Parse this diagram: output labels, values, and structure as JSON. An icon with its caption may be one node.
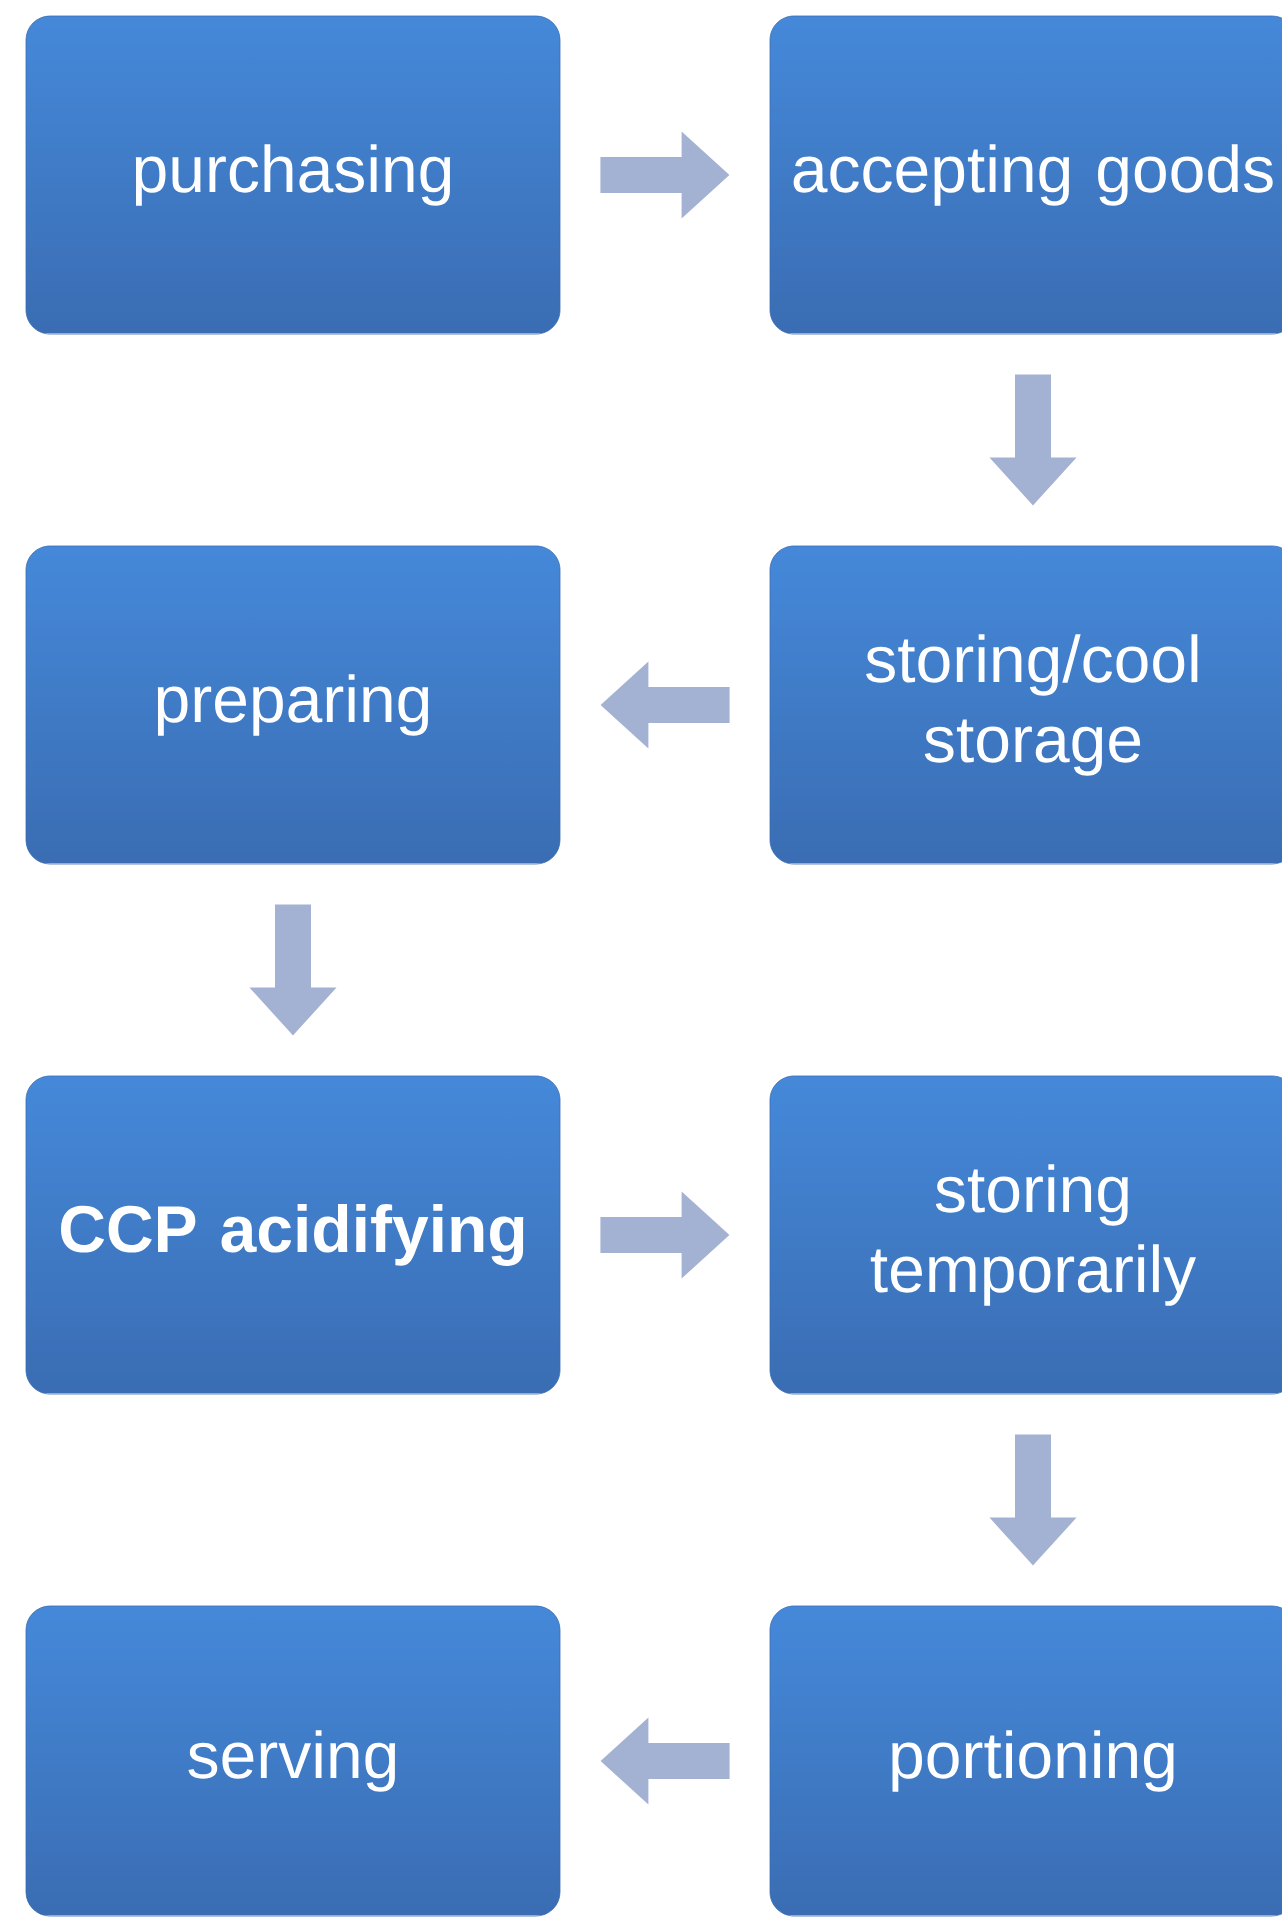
{
  "diagram": {
    "nodes": [
      {
        "text": [
          "purchasing"
        ]
      },
      {
        "text": [
          "accepting goods"
        ]
      },
      {
        "text": [
          "storing/cool storage"
        ]
      },
      {
        "text": [
          "preparing"
        ]
      },
      {
        "text": [
          "CCP acidifying"
        ]
      },
      {
        "text": [
          "storing temporarily"
        ]
      },
      {
        "text": [
          "portioning"
        ]
      },
      {
        "text": [
          "serving"
        ]
      }
    ],
    "edges": [
      {
        "from": 0,
        "to": 1,
        "arrow": "to"
      },
      {
        "from": 1,
        "to": 2,
        "arrow": "to"
      },
      {
        "from": 2,
        "to": 3,
        "arrow": "to"
      },
      {
        "from": 3,
        "to": 4,
        "arrow": "to"
      },
      {
        "from": 4,
        "to": 5,
        "arrow": "to"
      },
      {
        "from": 5,
        "to": 6,
        "arrow": "to"
      },
      {
        "from": 6,
        "to": 7,
        "arrow": "to"
      }
    ]
  }
}
